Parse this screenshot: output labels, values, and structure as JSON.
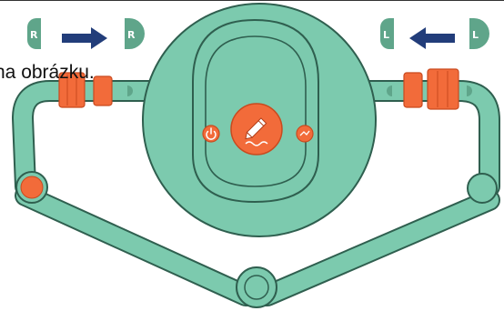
{
  "caption": "na obrázku.",
  "hints": {
    "right": {
      "from_badge": "R",
      "to_badge": "R"
    },
    "left": {
      "from_badge": "L",
      "to_badge": "L"
    }
  },
  "colors": {
    "device_fill": "#7ccaae",
    "device_dark": "#5fb598",
    "outline": "#2f5f4f",
    "accent": "#f26b3a",
    "accent_dark": "#c94a1f",
    "arrow": "#223d7a",
    "badge": "#5fa58a"
  },
  "icons": {
    "power": "power-icon",
    "pen": "pen-icon",
    "arrow_small": "arrow-icon"
  }
}
